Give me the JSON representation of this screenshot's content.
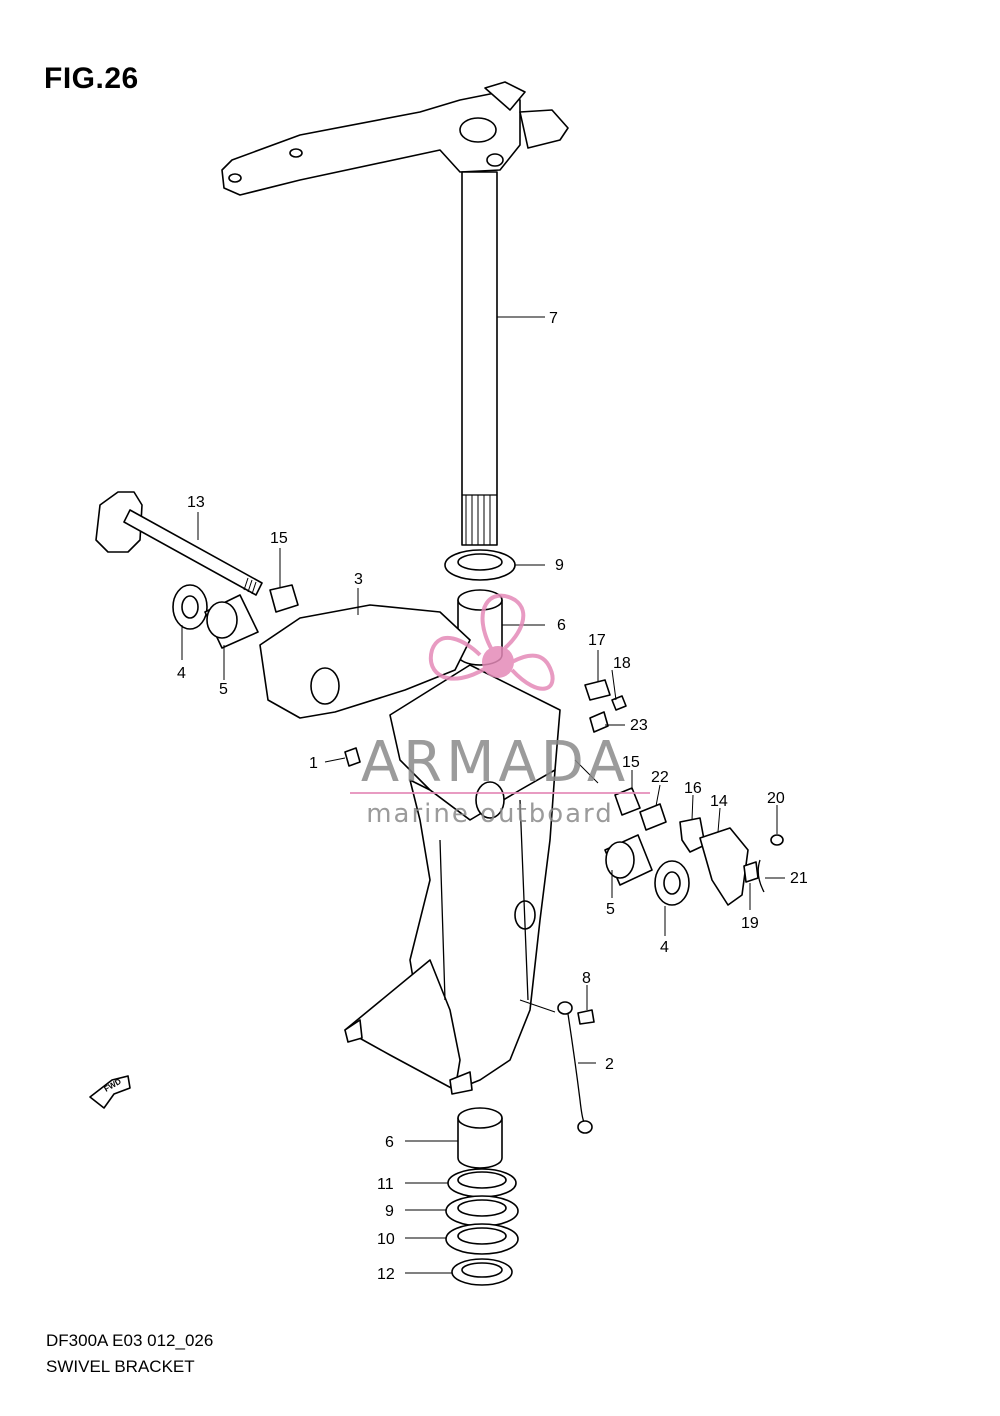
{
  "figure": {
    "title": "FIG.26"
  },
  "footer": {
    "code": "DF300A  E03 012_026",
    "name": "SWIVEL BRACKET"
  },
  "watermark": {
    "brand": "ARMADA",
    "tagline": "marine outboard",
    "color": "#e48ab8"
  },
  "fwd_label": "FWD",
  "callouts": [
    "7",
    "13",
    "15",
    "3",
    "9",
    "6",
    "17",
    "18",
    "23",
    "4",
    "5",
    "1",
    "15",
    "22",
    "16",
    "14",
    "20",
    "21",
    "19",
    "5",
    "4",
    "8",
    "2",
    "6",
    "11",
    "9",
    "10",
    "12"
  ]
}
